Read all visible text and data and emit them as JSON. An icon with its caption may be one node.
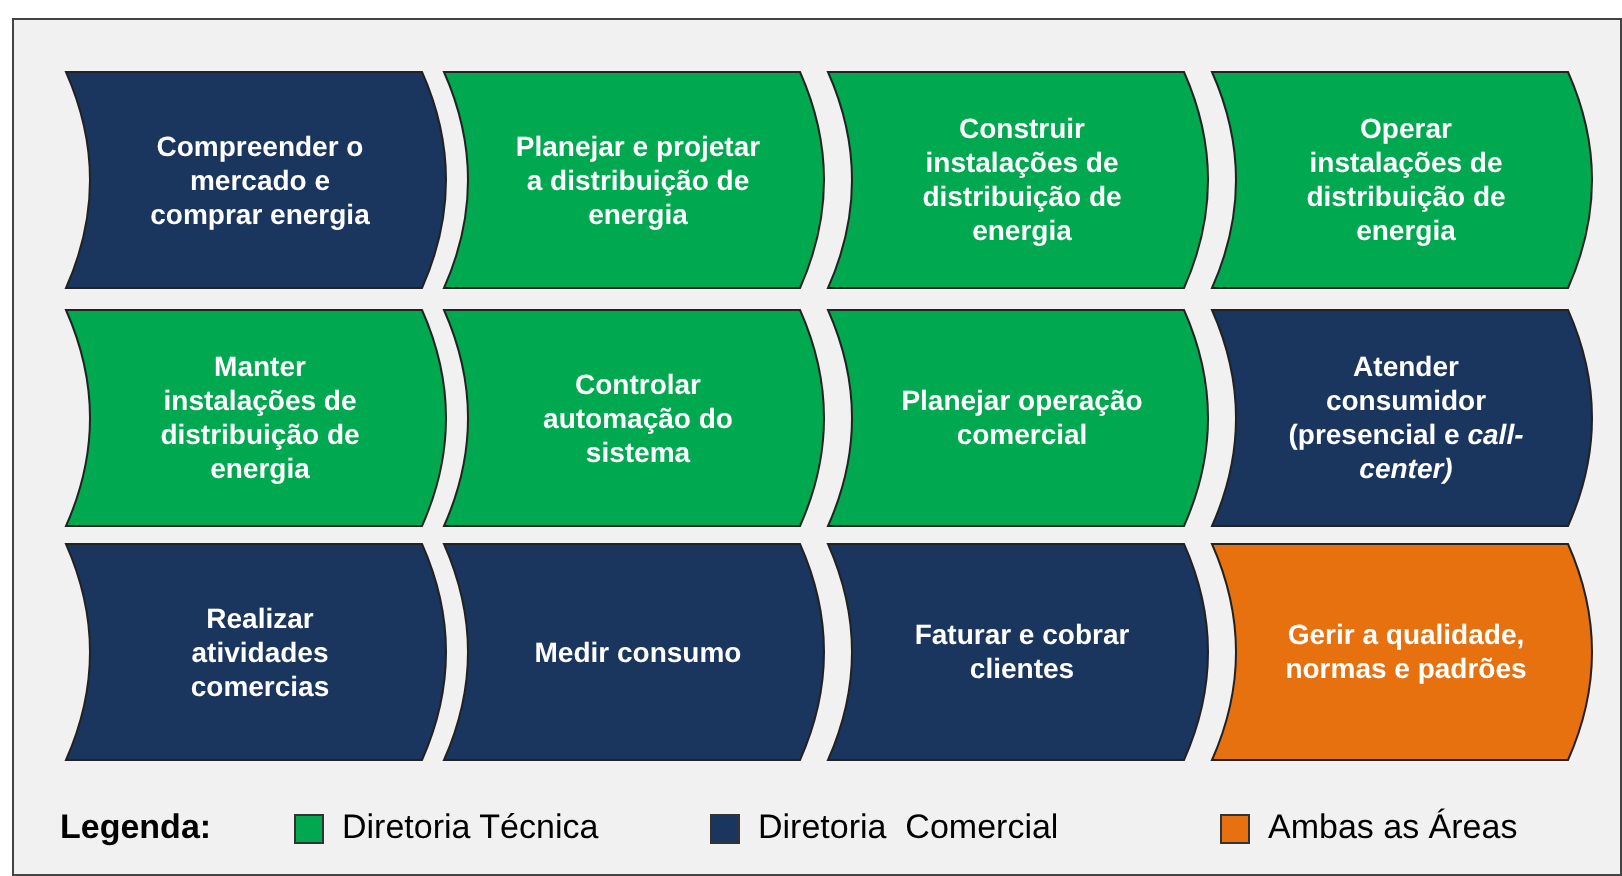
{
  "diagram": {
    "nodes": [
      {
        "text": [
          "Compreender o mercado e comprar energia"
        ]
      },
      {
        "text": [
          "Planejar e projetar a distribuição de energia"
        ]
      },
      {
        "text": [
          "Construir instalações de distribuição de energia"
        ]
      },
      {
        "text": [
          "Operar instalações de distribuição de energia"
        ]
      },
      {
        "text": [
          "Manter  instalações de distribuição de energia"
        ]
      },
      {
        "text": [
          "Controlar automação do sistema"
        ]
      },
      {
        "text": [
          "Planejar operação comercial"
        ]
      },
      {
        "text": [
          "Atender consumidor (presencial e *call-center)*"
        ]
      },
      {
        "text": [
          "Realizar atividades comercias"
        ]
      },
      {
        "text": [
          "Medir consumo"
        ]
      },
      {
        "text": [
          "Faturar e cobrar clientes"
        ]
      },
      {
        "text": [
          "Gerir a qualidade, normas e padrões"
        ]
      }
    ],
    "labels": [
      "Legenda:"
    ],
    "legend": [
      {
        "text": "Diretoria Técnica",
        "color": "#00a84f"
      },
      {
        "text": "Diretoria  Comercial",
        "color": "#1a355e"
      },
      {
        "text": "Ambas as Áreas",
        "color": "#e8710f"
      }
    ]
  }
}
